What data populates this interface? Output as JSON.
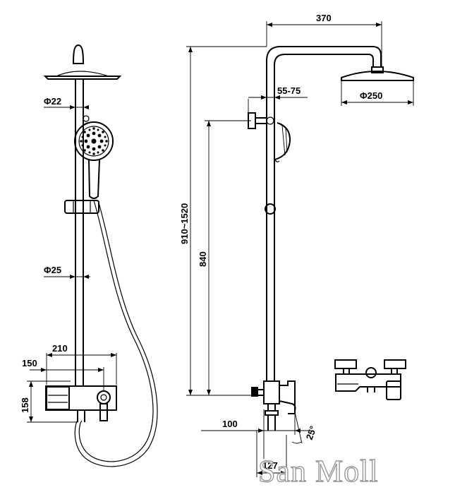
{
  "dimensions": {
    "pipe_dia_top": "Φ22",
    "pipe_dia_mid": "Φ25",
    "width_210": "210",
    "width_150": "150",
    "height_158": "158",
    "arm_length": "370",
    "arm_offset": "55-75",
    "head_dia": "Φ250",
    "total_height": "910~1520",
    "rail_height": "840",
    "spout_100": "100",
    "spout_127": "127",
    "spout_angle": "25°"
  },
  "watermark": "San Moll"
}
